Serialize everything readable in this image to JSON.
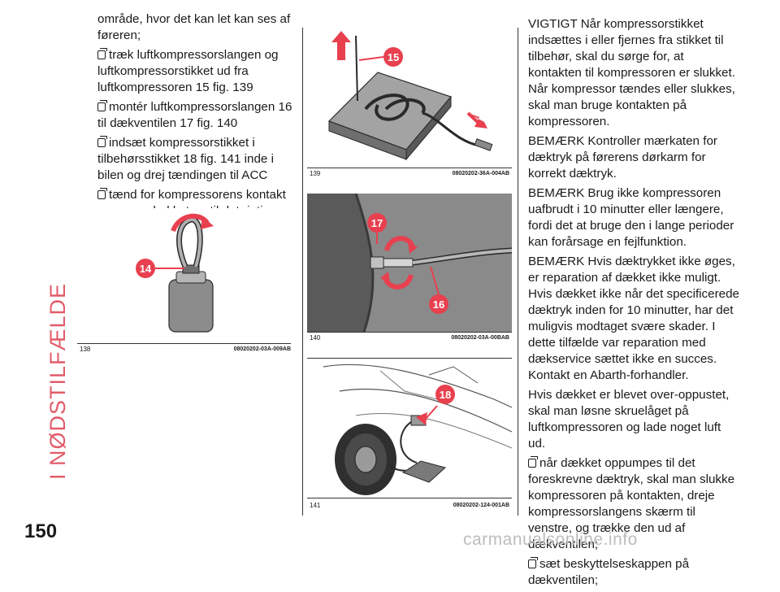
{
  "side_tab": "I NØDSTILFÆLDE",
  "page_number": "150",
  "watermark": "carmanualsonline.info",
  "col1": {
    "intro": "område, hvor det kan let kan ses af føreren;",
    "bullets": [
      "træk luftkompressorslangen og luftkompressorstikket ud fra luftkompressoren 15 fig. 139",
      "montér luftkompressorslangen 16 til dækventilen 17 fig. 140",
      "indsæt kompressorstikket i tilbehørsstikket 18 fig. 141 inde i bilen og drej tændingen til ACC",
      "tænd for kompressorens kontakt og pump dækket op til det rigtige dæktryk;"
    ]
  },
  "figures": {
    "fig138": {
      "number": "138",
      "code": "08020202-03A-009AB",
      "callout": "14"
    },
    "fig139": {
      "number": "139",
      "code": "08020202-36A-004AB",
      "callout": "15"
    },
    "fig140": {
      "number": "140",
      "code": "08020202-03A-00BAB",
      "callout_a": "17",
      "callout_b": "16"
    },
    "fig141": {
      "number": "141",
      "code": "08020202-124-001AB",
      "callout": "18"
    }
  },
  "col3": {
    "paragraphs": [
      "VIGTIGT Når kompressorstikket indsættes i eller fjernes fra stikket til tilbehør, skal du sørge for, at kontakten til kompressoren er slukket. Når kompressor tændes eller slukkes, skal man bruge kontakten på kompressoren.",
      "BEMÆRK Kontroller mærkaten for dæktryk på førerens dørkarm for korrekt dæktryk.",
      "BEMÆRK Brug ikke kompressoren uafbrudt i 10 minutter eller længere, fordi det at bruge den i lange perioder kan forårsage en fejlfunktion.",
      "BEMÆRK Hvis dæktrykket ikke øges, er reparation af dækket ikke muligt. Hvis dækket ikke når det specificerede dæktryk inden for 10 minutter, har det muligvis modtaget svære skader. I dette tilfælde var reparation med dækservice sættet ikke en succes. Kontakt en Abarth-forhandler.",
      "Hvis dækket er blevet over-oppustet, skal man løsne skruelåget på luftkompressoren og lade noget luft ud."
    ],
    "bullets": [
      "når dækket oppumpes til det foreskrevne dæktryk, skal man slukke kompressoren på kontakten, dreje kompressorslangens skærm til venstre, og trække den ud af dækventilen;",
      "sæt beskyttelseskappen på dækventilen;"
    ]
  },
  "colors": {
    "accent": "#e25c6a",
    "arrow": "#e8404f"
  }
}
